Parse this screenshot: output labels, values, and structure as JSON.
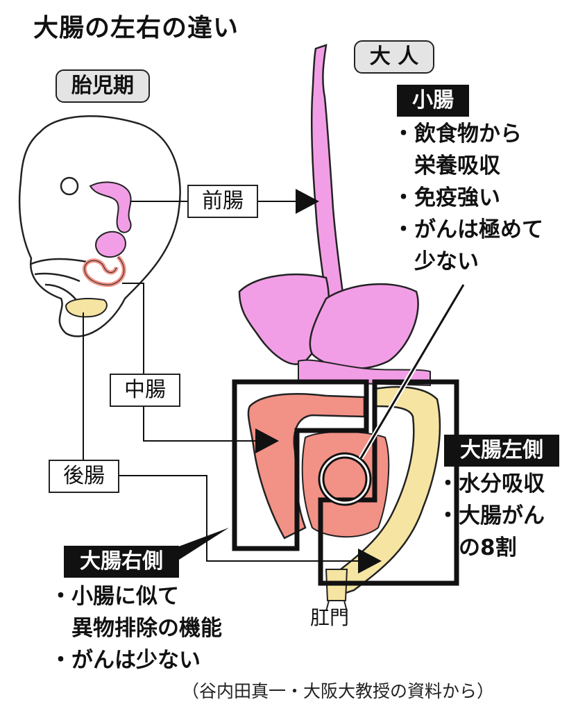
{
  "title": "大腸の左右の違い",
  "fetal_label": "胎児期",
  "adult_label": "大 人",
  "labels": {
    "foregut": "前腸",
    "midgut": "中腸",
    "hindgut": "後腸",
    "anus": "肛門"
  },
  "small_intestine": {
    "heading": "小腸",
    "bullets": [
      "・飲食物から",
      "　栄養吸収",
      "・免疫強い",
      "・がんは極めて",
      "　少ない"
    ]
  },
  "colon_left": {
    "heading": "大腸左側",
    "bullets": [
      "・水分吸収",
      "・大腸がん",
      "　の8割"
    ]
  },
  "colon_right": {
    "heading": "大腸右側",
    "bullets": [
      "・小腸に似て",
      "　異物排除の機能",
      "・がんは少ない"
    ]
  },
  "source": "（谷内田真一・大阪大教授の資料から）",
  "colors": {
    "pink": "#f29ee6",
    "salmon": "#f29186",
    "yellow": "#f6e4a2",
    "outline": "#222222"
  }
}
